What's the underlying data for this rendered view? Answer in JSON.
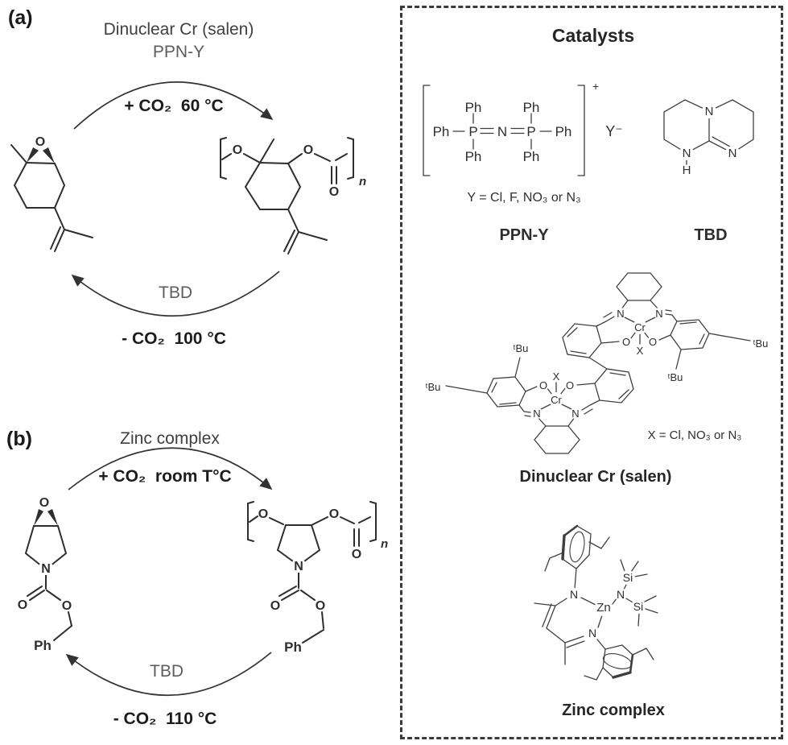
{
  "colors": {
    "background": "#ffffff",
    "line": "#2e2e2e",
    "text_dark": "#1c1c1c",
    "text_gray": "#555555"
  },
  "cycle_a": {
    "panel_label": "(a)",
    "catalyst_line1": "Dinuclear Cr (salen)",
    "catalyst_line2": "PPN-Y",
    "forward_condition": "+ CO₂  60 °C",
    "reverse_catalyst": "TBD",
    "reverse_condition": "- CO₂  100 °C",
    "monomer": {
      "o": "O"
    },
    "polymer": {
      "o_left": "O",
      "o_right": "O",
      "o_carbonyl": "O",
      "repeat": "n"
    }
  },
  "cycle_b": {
    "panel_label": "(b)",
    "catalyst_line1": "Zinc complex",
    "forward_condition": "+ CO₂  room T°C",
    "reverse_catalyst": "TBD",
    "reverse_condition": "- CO₂  110 °C",
    "monomer": {
      "o_epoxide": "O",
      "n_ring": "N",
      "o_carbonyl": "O",
      "o_ester": "O",
      "phenyl": "Ph"
    },
    "polymer": {
      "o_left": "O",
      "o_right": "O",
      "o_carbonyl": "O",
      "repeat": "n",
      "n_ring": "N",
      "o_carbamate": "O",
      "o_ester": "O",
      "phenyl": "Ph"
    }
  },
  "catalyst_box": {
    "title": "Catalysts",
    "ppn": {
      "ph_top_left": "Ph",
      "ph_top_right": "Ph",
      "ph_left": "Ph",
      "ph_right": "Ph",
      "ph_bottom_left": "Ph",
      "ph_bottom_right": "Ph",
      "p_left": "P",
      "n_center": "N",
      "p_right": "P",
      "charge": "+",
      "counterion": "Y⁻",
      "y_definition": "Y = Cl, F, NO₃ or N₃",
      "label": "PPN-Y"
    },
    "tbd": {
      "n_top": "N",
      "n_left": "N",
      "h_left": "H",
      "n_right": "N",
      "label": "TBD"
    },
    "cr_salen": {
      "cr_top": "Cr",
      "cr_bottom": "Cr",
      "o_top_left": "O",
      "o_top_right": "O",
      "o_bottom_left": "O",
      "o_bottom_right": "O",
      "x_top": "X",
      "x_bottom": "X",
      "n_top_left": "N",
      "n_top_right": "N",
      "n_bottom_left": "N",
      "n_bottom_right": "N",
      "tbu_top_right": "ᵗBu",
      "tbu_top_mid": "ᵗBu",
      "tbu_bottom_left": "ᵗBu",
      "tbu_bottom_mid": "ᵗBu",
      "x_definition": "X = Cl, NO₃ or N₃",
      "label": "Dinuclear Cr (salen)"
    },
    "zinc": {
      "zn": "Zn",
      "n_top": "N",
      "n_amide": "N",
      "n_bottom": "N",
      "si_top": "Si",
      "si_bottom": "Si",
      "label": "Zinc complex"
    }
  }
}
